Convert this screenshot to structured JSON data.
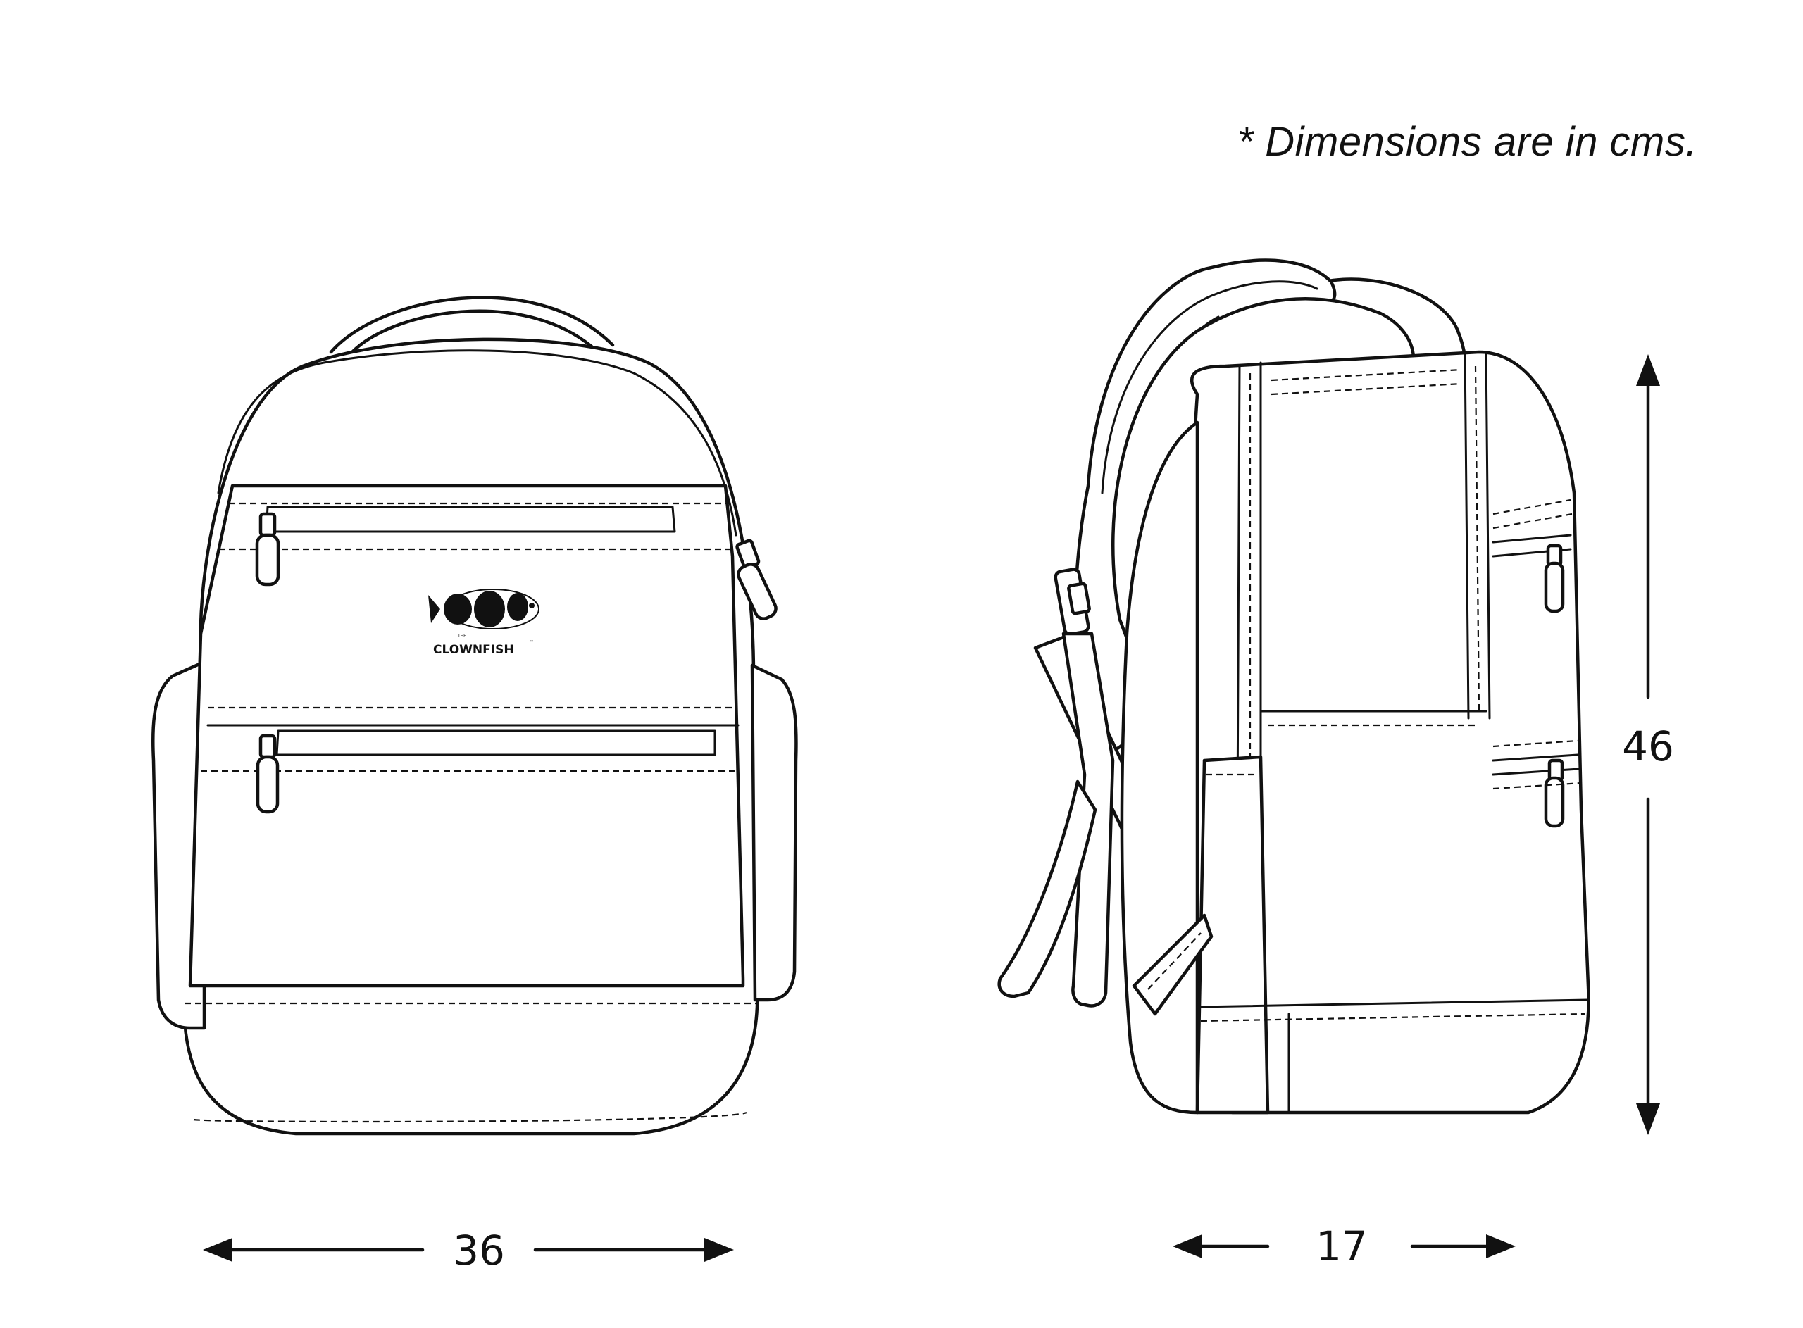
{
  "note": "* Dimensions are in cms.",
  "brand": {
    "name": "CLOWNFISH",
    "prefix": "THE",
    "mark": "™"
  },
  "dimensions": {
    "width": "36",
    "depth": "17",
    "height": "46"
  },
  "colors": {
    "line": "#111111",
    "background": "#ffffff"
  }
}
